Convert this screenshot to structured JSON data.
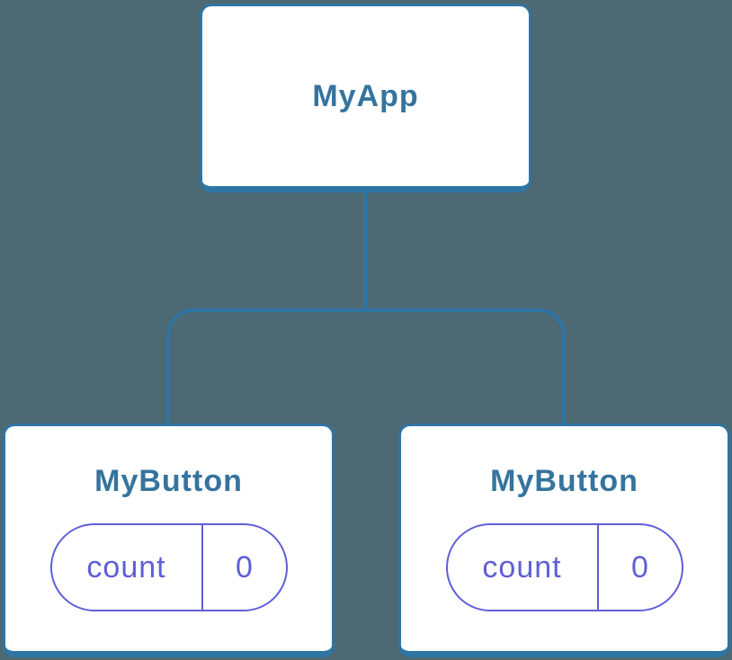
{
  "diagram": {
    "root": {
      "label": "MyApp"
    },
    "children": [
      {
        "label": "MyButton",
        "state": {
          "name": "count",
          "value": "0"
        }
      },
      {
        "label": "MyButton",
        "state": {
          "name": "count",
          "value": "0"
        }
      }
    ],
    "colors": {
      "background": "#4d6974",
      "connector_blue": "#2f75a4",
      "node_title_blue": "#35749e",
      "state_purple": "#5f5fd8",
      "card_white": "#ffffff"
    }
  }
}
